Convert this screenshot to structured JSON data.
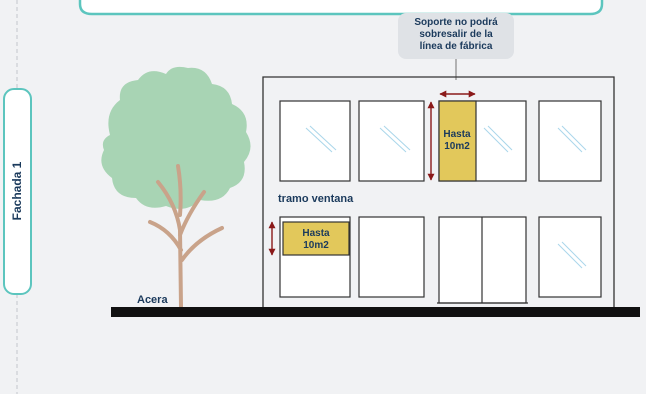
{
  "sidebar": {
    "label": "Fachada 1"
  },
  "callout": {
    "lines": [
      "Soporte no podrá",
      "sobresalir de la",
      "línea de fábrica"
    ]
  },
  "signs": {
    "upper": [
      "Hasta",
      "10m2"
    ],
    "lower": [
      "Hasta",
      "10m2"
    ]
  },
  "labels": {
    "tramo": "tramo ventana",
    "acera": "Acera"
  },
  "colors": {
    "accent_teal": "#5cc5be",
    "sign_fill": "#e2c85b",
    "dimension_arrow": "#8b1a1a",
    "tree_canopy": "#a8d4b4",
    "trunk": "#c9a38a",
    "text_navy": "#1b3a5c",
    "callout_bg": "#dfe2e6",
    "ground": "#111111"
  }
}
